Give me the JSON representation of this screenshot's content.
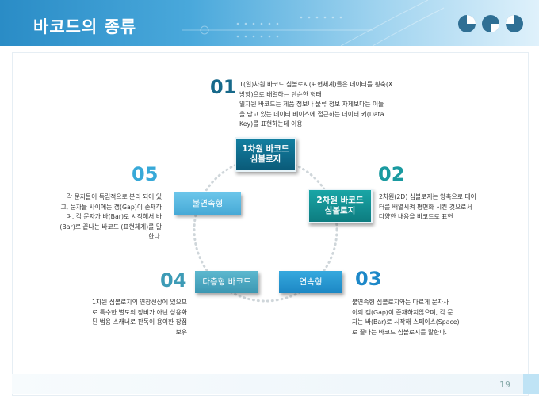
{
  "header": {
    "title": "바코드의 종류"
  },
  "nodes": {
    "n1": {
      "line1": "1차원 바코드",
      "line2": "심볼로지"
    },
    "n2": {
      "line1": "2차원 바코드",
      "line2": "심볼로지"
    },
    "n3": {
      "label": "연속형"
    },
    "n4": {
      "label": "다층형 바코드"
    },
    "n5": {
      "label": "불연속형"
    }
  },
  "items": {
    "i1": {
      "number": "01",
      "lines": [
        "1(일)차원 바코드 심볼로지(표현체계)들은 데이터를 횡축(X",
        "방향)으로 배열하는 단순한 형태",
        "일차원 바코드는 제품 정보나 물류 정보 자체보다는 이들",
        "을 담고 있는 데이터 베이스에 접근하는 데이터 키(Data",
        "Key)를 표현하는데 이용"
      ]
    },
    "i2": {
      "number": "02",
      "lines": [
        "2차원(2D) 심볼로지는 양축으로 데이",
        "터를 배열시켜 평면화 시킨 것으로서",
        "다양한 내용을 바코드로 표현"
      ]
    },
    "i3": {
      "number": "03",
      "lines": [
        "불연속형 심볼로지와는 다르게 문자사",
        "이의 갭(Gap)이 존재하지않으며, 각 문",
        "자는 바(Bar)로 시작해 스페이스(Space)",
        "로 끝나는 바코드 심볼로지를 말한다."
      ]
    },
    "i4": {
      "number": "04",
      "lines": [
        "1차원 심볼로지의 연장선상에 있으므",
        "로 특수한 별도의 장비가 아닌 상용화",
        "된 범용 스캐너로 판독이 용이한 장점",
        "보유"
      ]
    },
    "i5": {
      "number": "05",
      "lines": [
        "각 문자들이 독립적으로 분리 되어 있",
        "고, 문자들 사이에는 갭(Gap)이 존재하",
        "며, 각 문자가 바(Bar)로 시작해서 바",
        "(Bar)로 끝나는 바코드 (표현체계)를 말",
        "한다."
      ]
    }
  },
  "footer": {
    "page_number": "19"
  },
  "colors": {
    "header_blue": "#2a8cc6",
    "node1": "#0a5a78",
    "node2": "#0d7c80",
    "node3": "#1c87c4",
    "node4": "#3c97b2",
    "node5": "#46a9d6"
  }
}
